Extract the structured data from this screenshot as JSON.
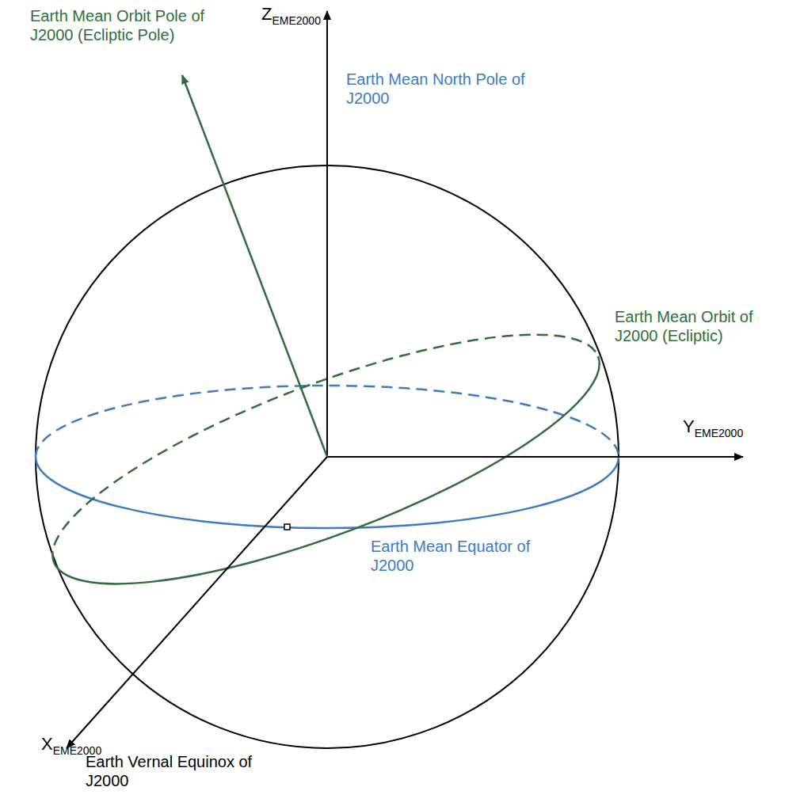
{
  "diagram": {
    "labels": [
      "Earth Mean Orbit Pole of J2000 (Ecliptic Pole)",
      "Z",
      "EME2000",
      "Earth Mean North Pole of J2000",
      "Earth Mean Orbit of J2000 (Ecliptic)",
      "Y",
      "EME2000",
      "Earth Mean Equator of J2000",
      "X",
      "EME2000",
      "Earth Vernal Equinox of J2000"
    ]
  }
}
